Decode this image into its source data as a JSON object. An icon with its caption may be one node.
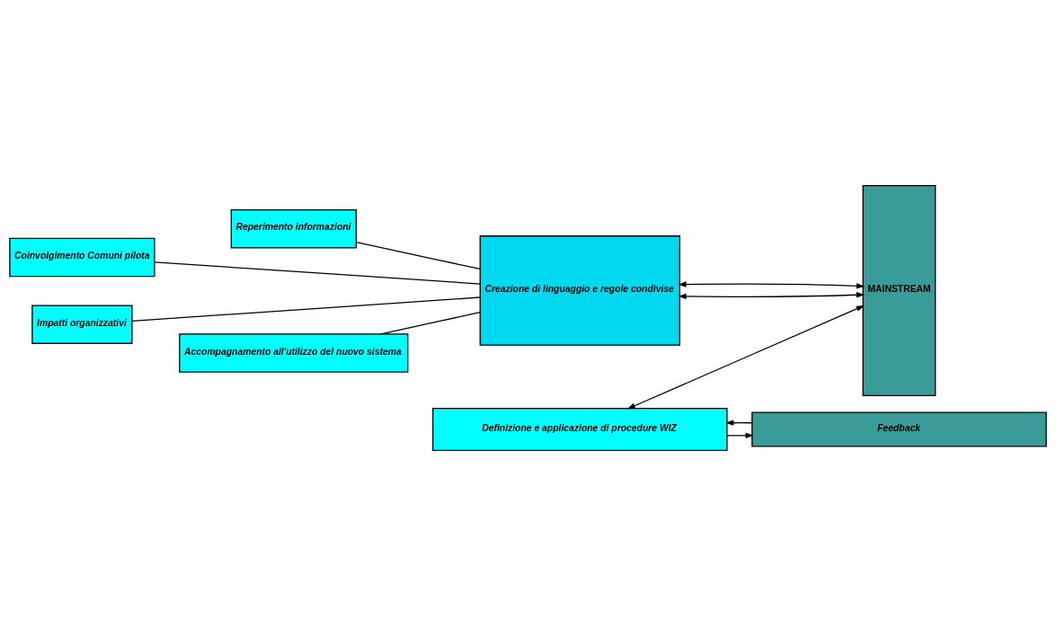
{
  "diagram": {
    "nodes": [
      {
        "text": [
          "Coinvolgimento Comuni pilota"
        ]
      },
      {
        "text": [
          "Reperimento informazioni"
        ]
      },
      {
        "text": [
          "Creazione di linguaggio e regole condivise"
        ]
      },
      {
        "text": [
          "MAINSTREAM"
        ]
      },
      {
        "text": [
          "Impatti organizzativi"
        ]
      },
      {
        "text": [
          "Accompagnamento all'utilizzo del nuovo sistema"
        ]
      },
      {
        "text": [
          "Definizione e applicazione di procedure WIZ"
        ]
      },
      {
        "text": [
          "Feedback"
        ]
      }
    ],
    "edges": [
      {
        "from": 0,
        "to": 2,
        "arrow": "none"
      },
      {
        "from": 1,
        "to": 2,
        "arrow": "none"
      },
      {
        "from": 4,
        "to": 2,
        "arrow": "none"
      },
      {
        "from": 5,
        "to": 2,
        "arrow": "none"
      },
      {
        "from": 2,
        "to": 3,
        "arrow": "both"
      },
      {
        "from": 2,
        "to": 3,
        "arrow": "both"
      },
      {
        "from": 6,
        "to": 3,
        "arrow": "both"
      },
      {
        "from": 6,
        "to": 7,
        "arrow": "to"
      },
      {
        "from": 7,
        "to": 6,
        "arrow": "to"
      }
    ]
  }
}
